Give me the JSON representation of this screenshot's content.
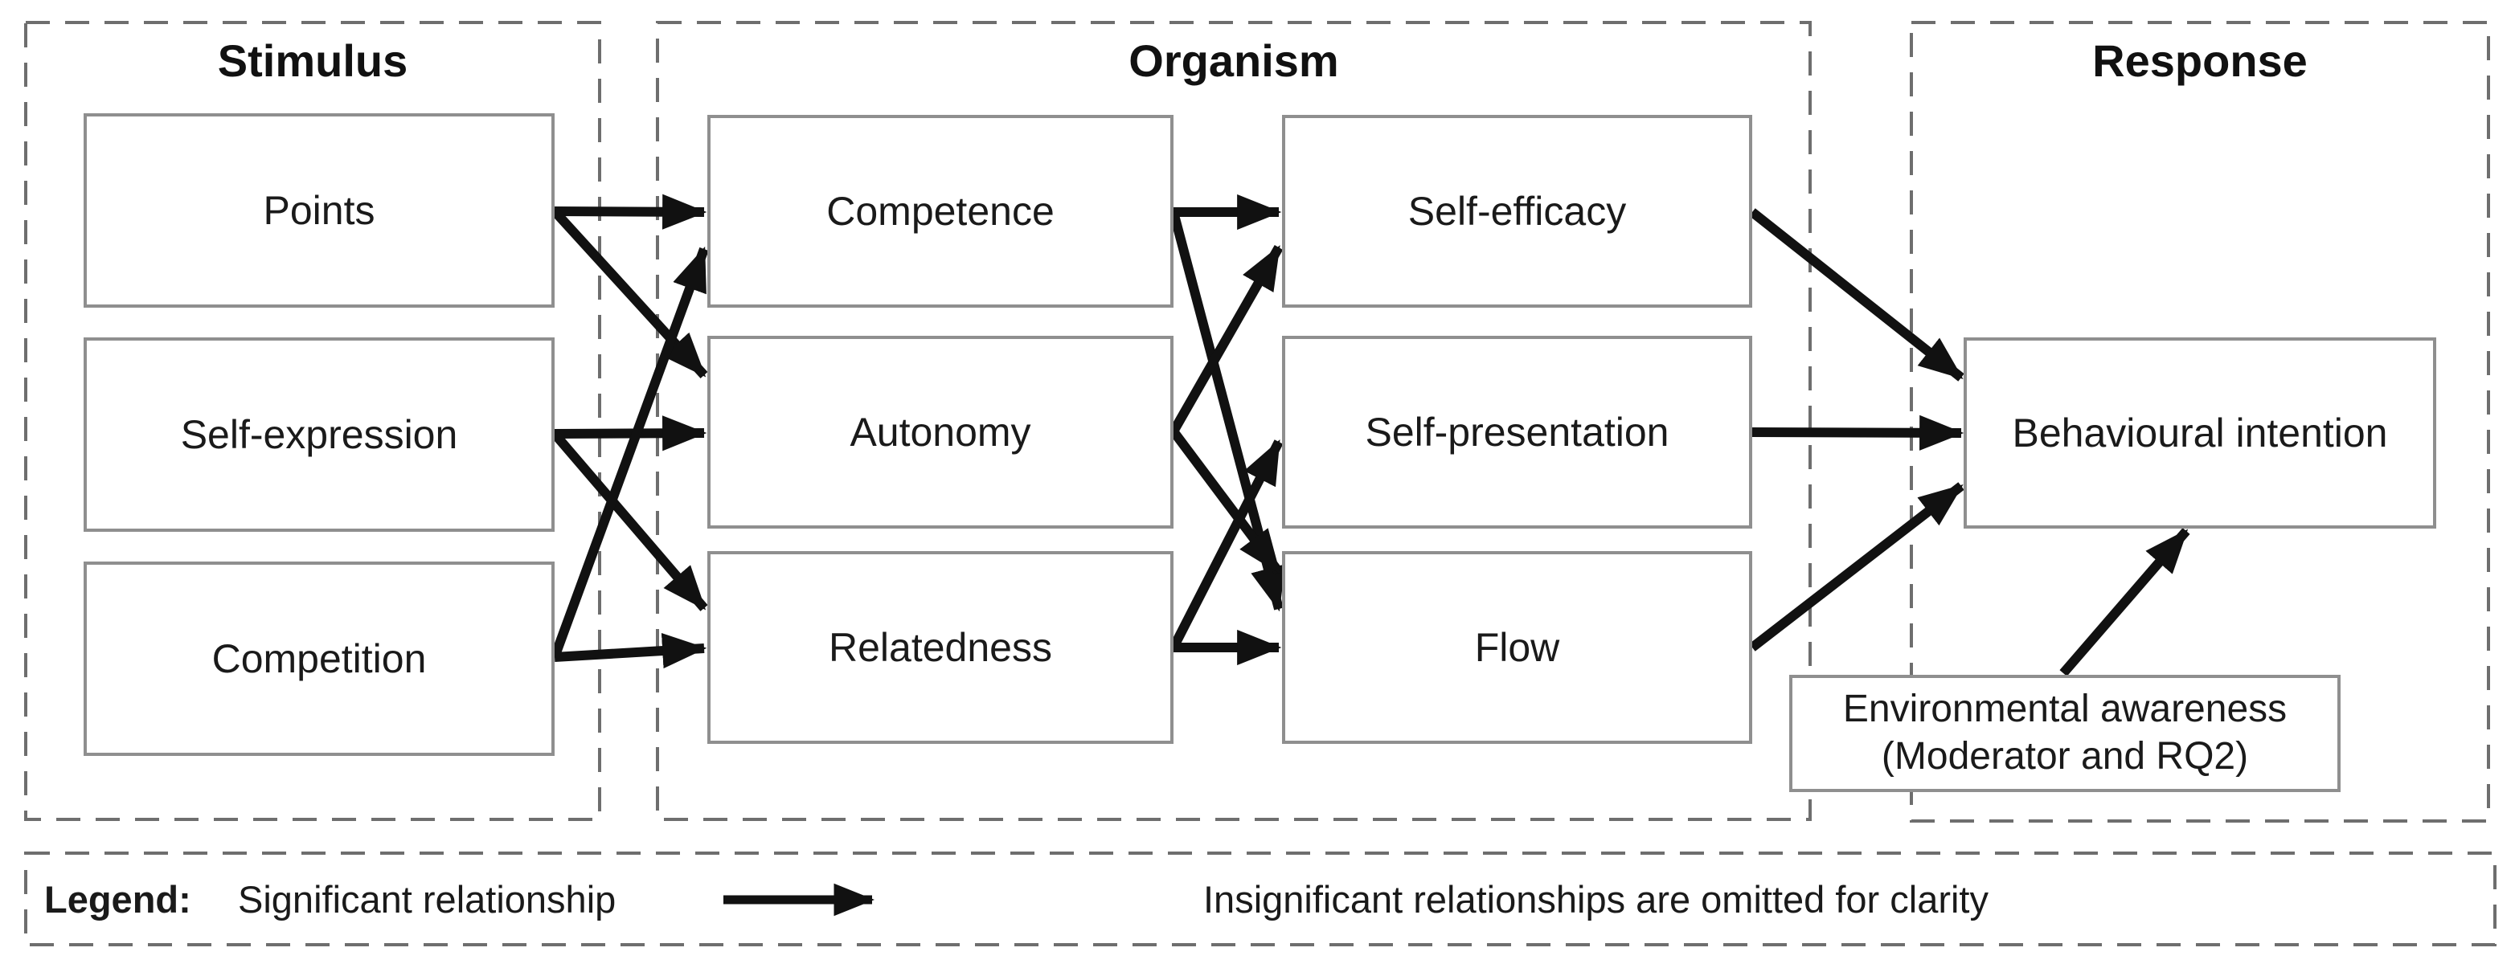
{
  "diagram": {
    "sections": [
      {
        "id": "stimulus",
        "title": "Stimulus"
      },
      {
        "id": "organism",
        "title": "Organism"
      },
      {
        "id": "response",
        "title": "Response"
      }
    ],
    "nodes": [
      {
        "id": "points",
        "label": "Points"
      },
      {
        "id": "self-expression",
        "label": "Self-expression"
      },
      {
        "id": "competition",
        "label": "Competition"
      },
      {
        "id": "competence",
        "label": "Competence"
      },
      {
        "id": "autonomy",
        "label": "Autonomy"
      },
      {
        "id": "relatedness",
        "label": "Relatedness"
      },
      {
        "id": "self-efficacy",
        "label": "Self-efficacy"
      },
      {
        "id": "self-presentation",
        "label": "Self-presentation"
      },
      {
        "id": "flow",
        "label": "Flow"
      },
      {
        "id": "behavioural-intention",
        "label": "Behavioural intention"
      },
      {
        "id": "environmental-awareness",
        "label": "Environmental awareness",
        "label2": "(Moderator and RQ2)"
      }
    ],
    "edges": [
      {
        "from": "points",
        "to": "competence"
      },
      {
        "from": "points",
        "to": "autonomy"
      },
      {
        "from": "self-expression",
        "to": "autonomy"
      },
      {
        "from": "self-expression",
        "to": "relatedness"
      },
      {
        "from": "competition",
        "to": "relatedness"
      },
      {
        "from": "competition",
        "to": "competence"
      },
      {
        "from": "competence",
        "to": "self-efficacy"
      },
      {
        "from": "competence",
        "to": "flow"
      },
      {
        "from": "autonomy",
        "to": "self-efficacy"
      },
      {
        "from": "autonomy",
        "to": "flow"
      },
      {
        "from": "relatedness",
        "to": "self-presentation"
      },
      {
        "from": "relatedness",
        "to": "flow"
      },
      {
        "from": "self-efficacy",
        "to": "behavioural-intention"
      },
      {
        "from": "self-presentation",
        "to": "behavioural-intention"
      },
      {
        "from": "flow",
        "to": "behavioural-intention"
      },
      {
        "from": "environmental-awareness",
        "to": "behavioural-intention",
        "role": "moderator"
      }
    ],
    "legend": {
      "label": "Legend:",
      "significant": "Significant relationship",
      "insignificant": "Insignificant relationships are omitted for clarity"
    },
    "colors": {
      "background": "#ffffff",
      "arrow": "#111111",
      "box_border": "#8f8f8f",
      "dashed_border": "#6e6e6e",
      "text": "#1a1a1a"
    }
  }
}
